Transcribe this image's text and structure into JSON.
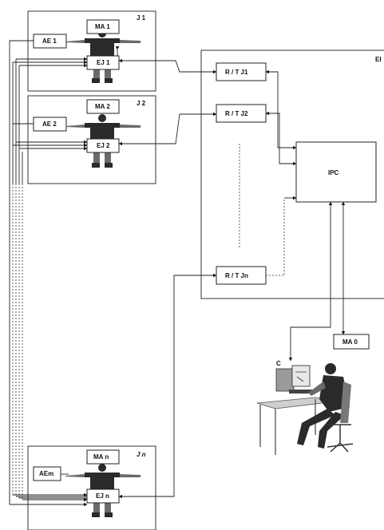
{
  "units": [
    {
      "label": "J 1",
      "ma": "MA 1",
      "ae": "AE 1",
      "ej": "EJ 1"
    },
    {
      "label": "J 2",
      "ma": "MA 2",
      "ae": "AE 2",
      "ej": "EJ 2"
    },
    {
      "label": "J n",
      "ma": "MA n",
      "ae": "AEm",
      "ej": "EJ n"
    }
  ],
  "station": {
    "label": "EI",
    "rt": [
      "R / T J1",
      "R / T J2",
      "R / T Jn"
    ],
    "ipc": "IPC"
  },
  "operator": {
    "ma": "MA 0",
    "computer_label": "C"
  }
}
